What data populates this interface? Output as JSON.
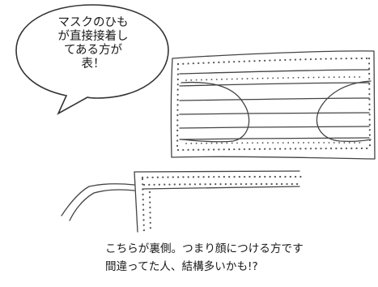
{
  "speech_bubble": {
    "lines": [
      "マスクのひも",
      "が直接接着し",
      "てある方が",
      "表！"
    ]
  },
  "caption": {
    "lines": [
      "こちらが裏側。つまり顔につける方です",
      "間違ってた人、結構多いかも!?"
    ]
  },
  "colors": {
    "ink": "#444444",
    "dots": "#555555",
    "background": "#ffffff"
  }
}
